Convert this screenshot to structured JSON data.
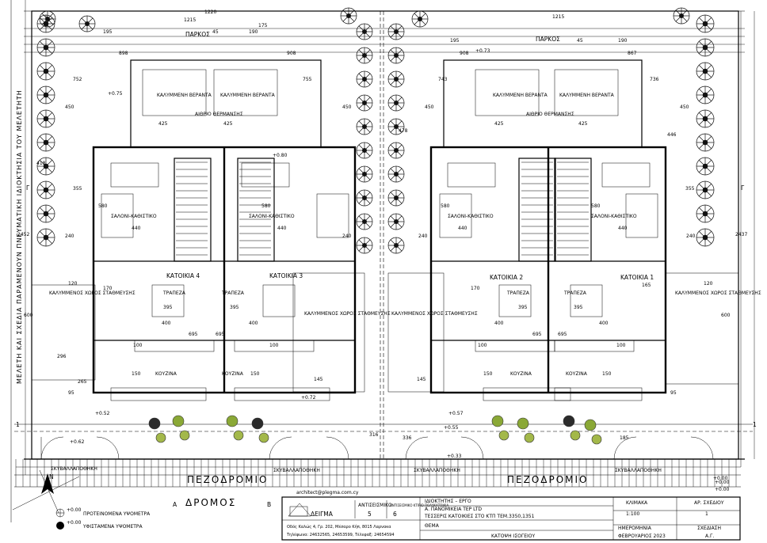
{
  "plan": {
    "vertical_note": "ΜΕΛΕΤΗ ΚΑΙ ΣΧΕΔΙΑ ΠΑΡΑΜΕΝΟΥΝ ΠΝΕΥΜΑΤΙΚΗ ΙΔΙΟΚΤΗΣΙΑ ΤΟΥ ΜΕΛΕΤΗΤΗ",
    "street_pedestrian": "ΠΕΖΟΔΡΟΜΙΟ",
    "street_road": "ΔΡΟΜΟΣ",
    "section_marks": {
      "a": "A",
      "b": "B",
      "g1": "Γ",
      "g2": "Γ",
      "one_left": "1",
      "one_right": "1"
    },
    "parking": {
      "left": "ΠΑΡΚΟΣ",
      "right": "ΠΑΡΚΟΣ"
    },
    "houses": [
      {
        "name": "ΚΑΤΟΙΚΙΑ 4",
        "living": "ΣΑΛΟΝΙ-ΚΑΘΙΣΤΙΚΟ",
        "dining": "ΤΡΑΠΕΖΑ",
        "kitchen": "ΚΟΥΖΙΝΑ",
        "veranda": "ΚΑΛΥΜΜΕΝΗ ΒΕΡΑΝΤΑ"
      },
      {
        "name": "ΚΑΤΟΙΚΙΑ 3",
        "living": "ΣΑΛΟΝΙ-ΚΑΘΙΣΤΙΚΟ",
        "dining": "ΤΡΑΠΕΖΑ",
        "kitchen": "ΚΟΥΖΙΝΑ",
        "veranda": "ΚΑΛΥΜΜΕΝΗ ΒΕΡΑΝΤΑ"
      },
      {
        "name": "ΚΑΤΟΙΚΙΑ 2",
        "living": "ΣΑΛΟΝΙ-ΚΑΘΙΣΤΙΚΟ",
        "dining": "ΤΡΑΠΕΖΑ",
        "kitchen": "ΚΟΥΖΙΝΑ",
        "veranda": "ΚΑΛΥΜΜΕΝΗ ΒΕΡΑΝΤΑ"
      },
      {
        "name": "ΚΑΤΟΙΚΙΑ 1",
        "living": "ΣΑΛΟΝΙ-ΚΑΘΙΣΤΙΚΟ",
        "dining": "ΤΡΑΠΕΖΑ",
        "kitchen": "ΚΟΥΖΙΝΑ",
        "veranda": "ΚΑΛΥΜΜΕΝΗ ΒΕΡΑΝΤΑ"
      }
    ],
    "courtyard": {
      "left": "ΑΙΘΡΙΟ ΘΕΡΜΑΝΣΗΣ",
      "right": "ΑΙΘΡΙΟ ΘΕΡΜΑΝΣΗΣ"
    },
    "covered_area": {
      "left": "ΚΑΛΥΜΜΕΝΟΣ ΧΩΡΟΣ ΣΤΑΘΜΕΥΣΗΣ",
      "mid_left": "ΚΑΛΥΜΜΕΝΟΣ ΧΩΡΟΣ ΣΤΑΘΜΕΥΣΗΣ",
      "mid_right": "ΚΑΛΥΜΜΕΝΟΣ ΧΩΡΟΣ ΣΤΑΘΜΕΥΣΗΣ",
      "right": "ΚΑΛΥΜΜΕΝΟΣ ΧΩΡΟΣ ΣΤΑΘΜΕΥΣΗΣ"
    },
    "bins": [
      "ΣΚΥΒΑΛΛΑΠΟΘΗΚΗ",
      "ΣΚΥΒΑΛΛΑΠΟΘΗΚΗ",
      "ΣΚΥΒΑΛΛΑΠΟΘΗΚΗ",
      "ΣΚΥΒΑΛΛΑΠΟΘΗΚΗ"
    ],
    "dims": {
      "top_1215a": "1215",
      "top_1220": "1220",
      "top_1215b": "1215",
      "d195a": "195",
      "d195b": "195",
      "d908a": "898",
      "d908b": "908",
      "d908c": "908",
      "d867": "867",
      "d190a": "190",
      "d190b": "190",
      "d175": "175",
      "d45a": "45",
      "d45b": "45",
      "d752": "752",
      "d755": "755",
      "d743": "743",
      "d736": "736",
      "d450a": "450",
      "d450b": "450",
      "d450c": "450",
      "d450d": "450",
      "d425a": "425",
      "d425b": "425",
      "d425c": "425",
      "d425d": "425",
      "d478": "478",
      "d446": "446",
      "d418": "418",
      "d355a": "355",
      "d355b": "355",
      "d580a": "580",
      "d580b": "580",
      "d580c": "580",
      "d580d": "580",
      "d440a": "440",
      "d440b": "440",
      "d440c": "440",
      "d440d": "440",
      "d240a": "240",
      "d240b": "240",
      "d240c": "240",
      "d240d": "240",
      "d2452": "2452",
      "d2437": "2437",
      "d600a": "600",
      "d600b": "600",
      "d395a": "395",
      "d395b": "395",
      "d395c": "395",
      "d395d": "395",
      "d400a": "400",
      "d400b": "400",
      "d400c": "400",
      "d400d": "400",
      "d695a": "695",
      "d695b": "695",
      "d695c": "695",
      "d695d": "695",
      "d100a": "100",
      "d100b": "100",
      "d100c": "100",
      "d100d": "100",
      "d150a": "150",
      "d150b": "150",
      "d150c": "150",
      "d150d": "150",
      "d170a": "170",
      "d170b": "170",
      "d165": "165",
      "d120a": "120",
      "d120b": "120",
      "d296": "296",
      "d265": "265",
      "d95a": "95",
      "d95b": "95",
      "d316": "316",
      "d336": "336",
      "d185": "185",
      "d145a": "145",
      "d145b": "145"
    },
    "levels": {
      "l1": "+0.75",
      "l2": "+0.73",
      "l3": "+0.80",
      "l4": "+0.52",
      "l5": "+0.57",
      "l6": "+0.00",
      "l7": "+0.72",
      "l8": "+0.62",
      "l9": "+0.55",
      "l10": "+0.33"
    }
  },
  "legend": {
    "proposed": "ΠΡΟΤΕΙΝΟΜΕΝΑ ΥΨΟΜΕΤΡΑ",
    "existing": "ΥΦΙΣΤΑΜΕΝΑ ΥΨΟΜΕΤΡΑ",
    "proposed_val": "+0.00",
    "existing_val": "+0.00"
  },
  "compass": {
    "north": "N"
  },
  "title_block": {
    "email": "architect@plegma.com.cy",
    "firm": "ΔΕΙΓΜΑ",
    "address": "Οδός Καλώς 4, Γρ. 202, Μέσαρο Κήπ, 8015 Λαρνακα",
    "phone": "Τηλέφωνα: 24632565, 24653599, Τέλεφαξ: 24654594",
    "stamp_a": "ΑΝΤΙΣΕΙΣΜΙΚΟ",
    "stamp_a_num": "5",
    "stamp_b": "ΑΝΤΙΣΕΙΣΜΙΚΟ ΚΤΙΡΙΟ ΠΟΛΥΚΑΤΟΙΚΙΑ",
    "stamp_b_num": "6",
    "owner_label": "ΙΔΙΟΚΤΗΤΗΣ – ΕΡΓΟ",
    "owner": "Α. ΠΑΝΟΜΙΚΕΙΑ ΤΕΡ LTD",
    "project": "ΤΕΣΣΕΡΙΣ ΚΑΤΟΙΚΙΕΣ ΣΤΟ ΚΤΠ ΤΕΜ.3350,1351",
    "theme_label": "ΘΕΜΑ",
    "theme": "ΚΑΤΟΨΗ ΙΣΟΓΕΙΟΥ",
    "scale_label": "ΚΛΙΜΑΚΑ",
    "scale": "1:100",
    "sheet_label": "ΑΡ. ΣΧΕΔΙΟΥ",
    "sheet_no": "1",
    "date_label": "ΗΜΕΡΟΜΗΝΙΑ",
    "date": "ΦΕΒΡΟΥΑΡΙΟΣ 2023",
    "drawn_label": "ΣΧΕΔΙΑΣΗ",
    "drawn": "Α.Γ.",
    "levels": {
      "a": "+0.00",
      "b": "+0.00",
      "c": "+0.00"
    }
  }
}
